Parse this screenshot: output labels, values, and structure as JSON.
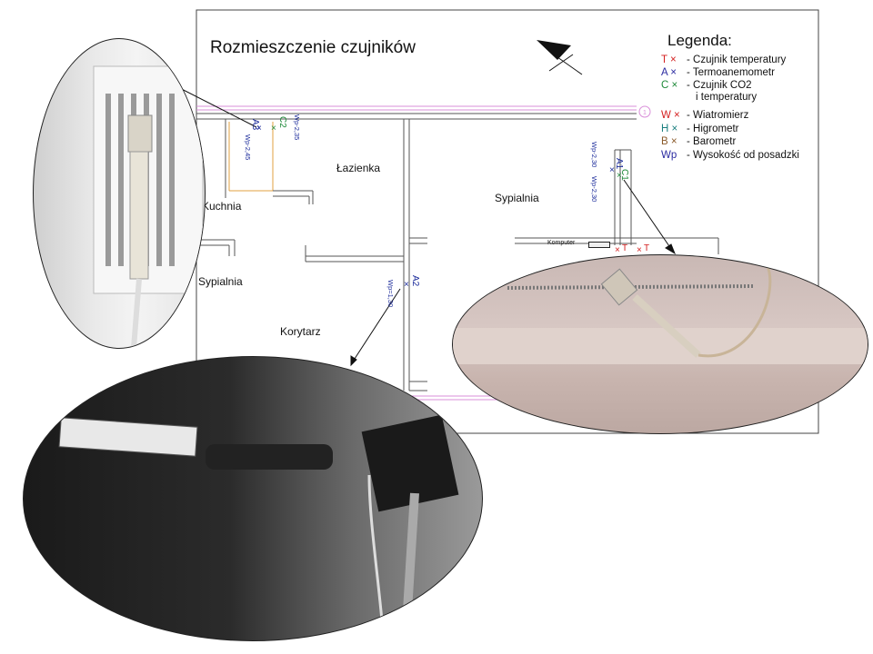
{
  "title": "Rozmieszczenie czujników",
  "rooms": {
    "lazienka": "Łazienka",
    "kuchnia": "Kuchnia",
    "sypialnia_left": "Sypialnia",
    "sypialnia_right": "Sypialnia",
    "korytarz": "Korytarz",
    "komputer": "Komputer"
  },
  "legend": {
    "title": "Legenda:",
    "items": [
      {
        "code": "T",
        "mark": "×",
        "label": "- Czujnik temperatury",
        "color": "#d42020"
      },
      {
        "code": "A",
        "mark": "×",
        "label": "- Termoanemometr",
        "color": "#2a2aa0"
      },
      {
        "code": "C",
        "mark": "×",
        "label": "- Czujnik CO2",
        "color": "#1f8a3a"
      },
      {
        "code": "",
        "mark": "",
        "label": "i temperatury",
        "color": "#1f8a3a"
      },
      {
        "code": "W",
        "mark": "×",
        "label": "- Wiatromierz",
        "color": "#d42020"
      },
      {
        "code": "H",
        "mark": "×",
        "label": "- Higrometr",
        "color": "#1a7f7f"
      },
      {
        "code": "B",
        "mark": "×",
        "label": "- Barometr",
        "color": "#8a5a2a"
      },
      {
        "code": "Wp",
        "mark": "",
        "label": "- Wysokość od posadzki",
        "color": "#2a2aa0"
      }
    ]
  },
  "sensors": {
    "a3": "A3",
    "c2": "C2",
    "a2": "A2",
    "a1": "A1",
    "c1": "C1",
    "t": "T"
  },
  "heights": {
    "a3": "Wp-2,45",
    "c2": "Wp-2,35",
    "a2": "Wp=1,30",
    "a1": "Wp-2,30",
    "c1": "Wp-2,30"
  },
  "marker": "1",
  "colors": {
    "wall": "#555555",
    "duct_pink": "#d98fd9",
    "duct_orange": "#e0a040",
    "sensor_blue": "#1a2a9a",
    "sensor_green": "#1f8a3a",
    "sensor_red": "#d42020"
  }
}
